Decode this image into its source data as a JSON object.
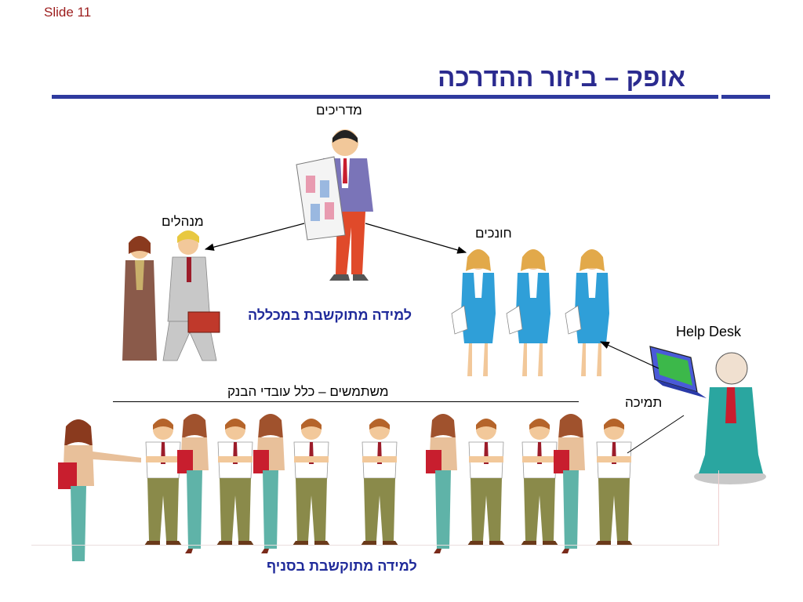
{
  "slide_number": "Slide 11",
  "title": "אופק – ביזור ההדרכה",
  "colors": {
    "title": "#2b2b8f",
    "rule": "#2e3a9e",
    "slide_number": "#9c1c1c",
    "blue_text": "#1f2a9a"
  },
  "labels": {
    "instructors": "מדריכים",
    "managers": "מנהלים",
    "trainers": "חונכים",
    "college_learning": "למידה מתוקשבת במכללה",
    "help_desk": "Help Desk",
    "users": "משתמשים – כלל עובדי הבנק",
    "support": "תמיכה",
    "branch_learning": "למידה מתוקשבת בסניף"
  },
  "figures": {
    "instructor": "presenter-man-icon",
    "managers": "business-couple-icon",
    "trainers": "businesswomen-icon",
    "help_desk": "laptop-man-icon",
    "users": "employees-row-icon"
  }
}
